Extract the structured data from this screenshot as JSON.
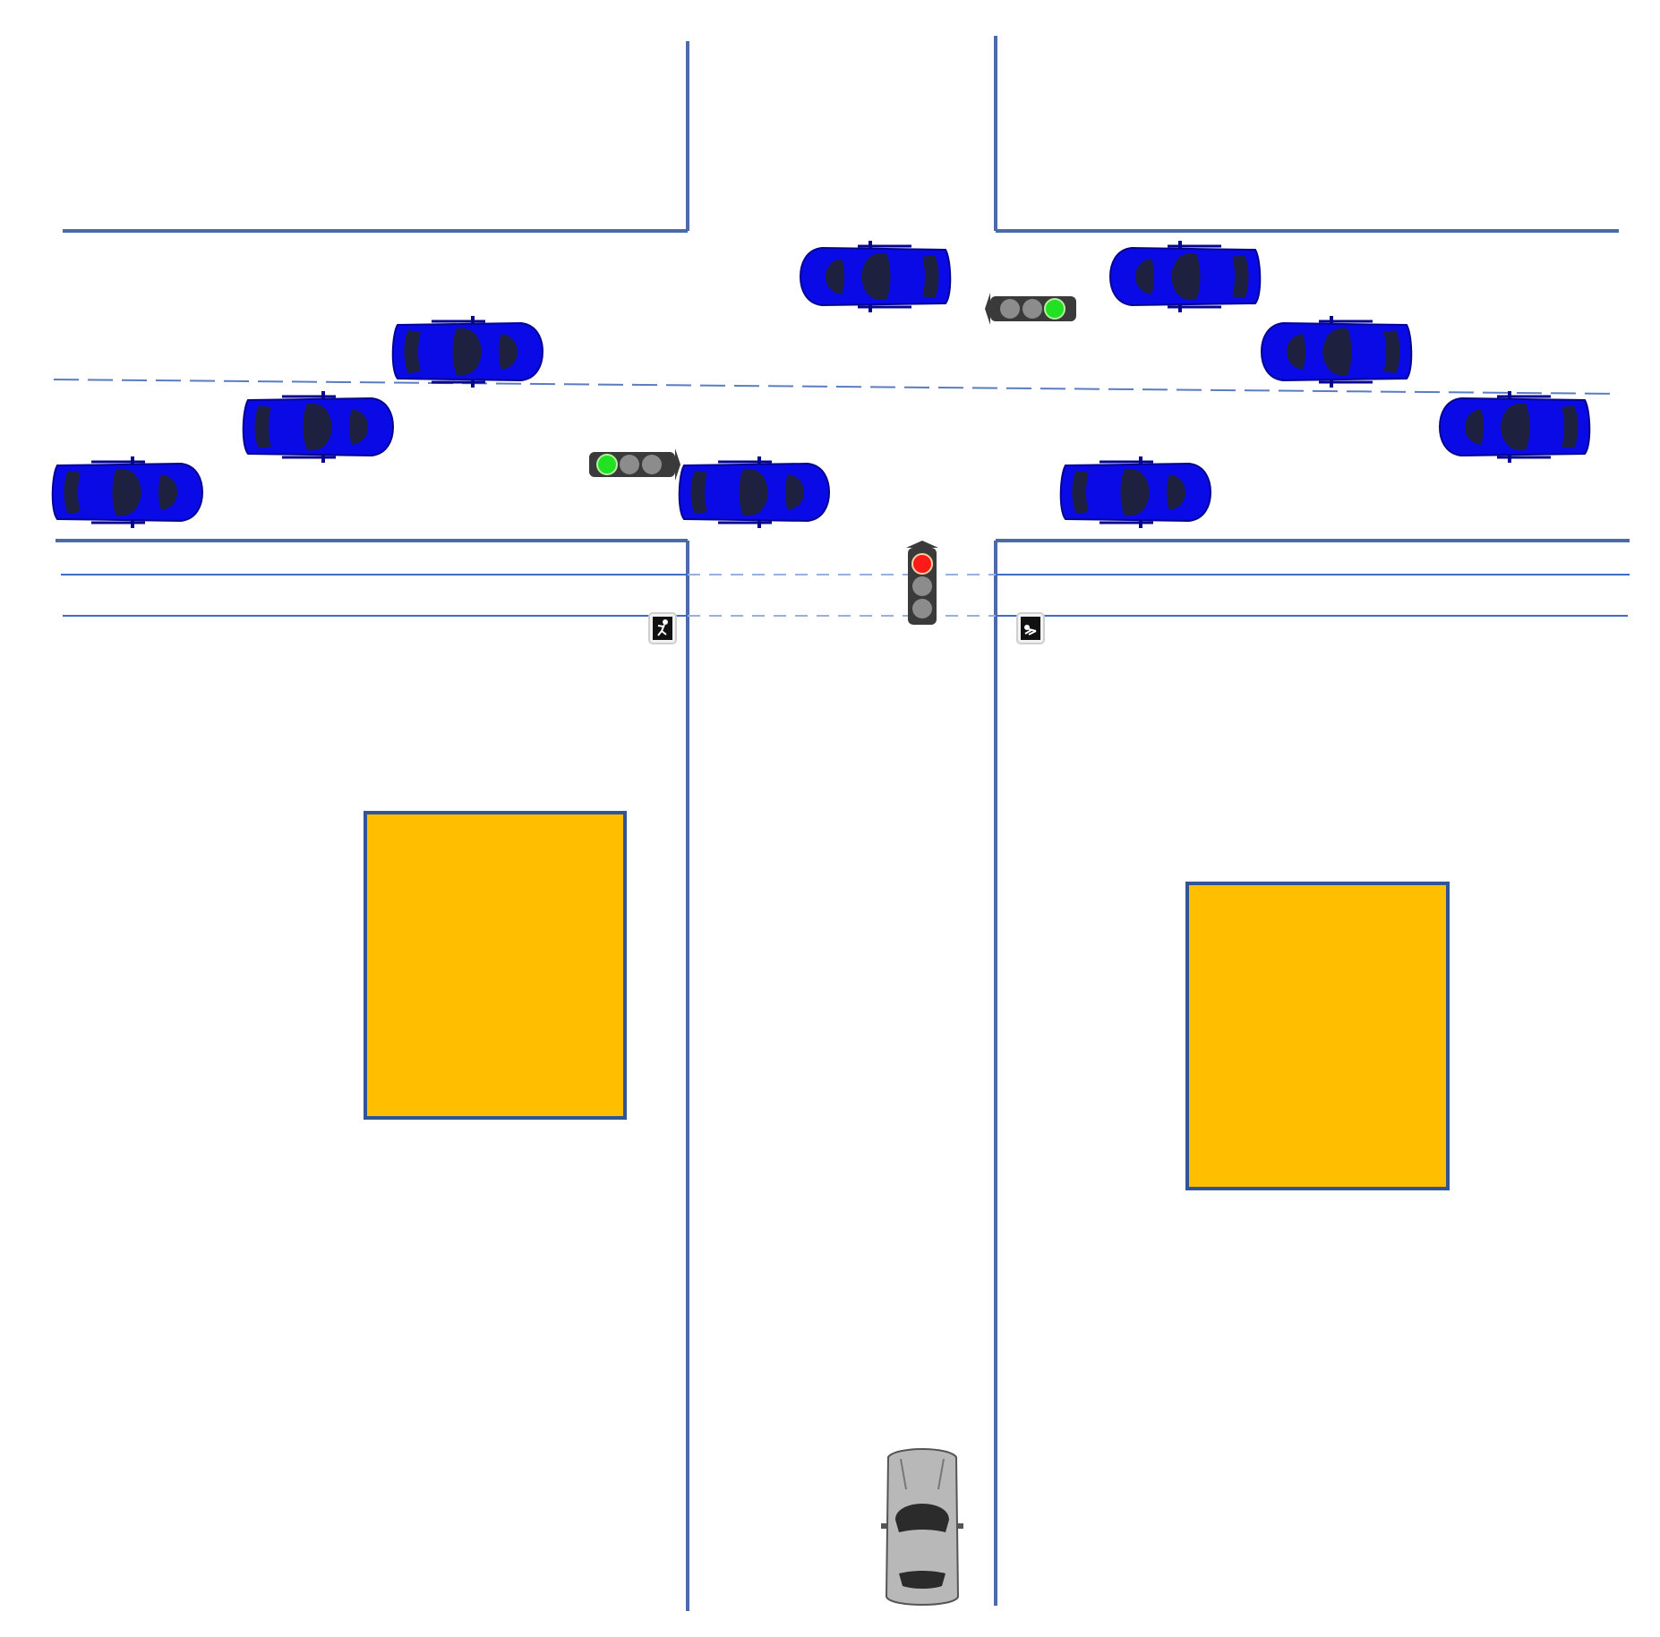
{
  "colors": {
    "background": "#ffffff",
    "curb": "#4a6aa8",
    "lane_line": "#5a7cc0",
    "crosswalk_line": "#3f6cc4",
    "building_fill": "#ffbf00",
    "building_stroke": "#2f5597",
    "car_blue": "#0a0ae6",
    "car_blue_dark": "#050590",
    "car_glass": "#1e2040",
    "car_ego": "#b8b8b8",
    "car_ego_glass": "#2b2b2b",
    "signal_housing": "#3a3a3a",
    "lamp_off": "#8c8c8c",
    "lamp_green": "#22e022",
    "lamp_red": "#ff1a1a",
    "ped_sign": "#111111"
  },
  "scene": {
    "vehicles": [
      {
        "name": "car-west-lane2-a",
        "kind": "blue",
        "facing": "right"
      },
      {
        "name": "car-west-lane2-b",
        "kind": "blue",
        "facing": "right"
      },
      {
        "name": "car-west-lane1-a",
        "kind": "blue",
        "facing": "right"
      },
      {
        "name": "car-west-lane1-b",
        "kind": "blue",
        "facing": "right"
      },
      {
        "name": "car-top-center",
        "kind": "blue",
        "facing": "left"
      },
      {
        "name": "car-top-right",
        "kind": "blue",
        "facing": "left"
      },
      {
        "name": "car-right-mid",
        "kind": "blue",
        "facing": "left"
      },
      {
        "name": "car-right-far",
        "kind": "blue",
        "facing": "left"
      },
      {
        "name": "car-bottom-right-lane",
        "kind": "blue",
        "facing": "left"
      },
      {
        "name": "ego-car",
        "kind": "ego",
        "facing": "up"
      }
    ],
    "signals": [
      {
        "name": "traffic-light-westbound",
        "orientation": "horizontal",
        "lit": "green",
        "lit_index": 0
      },
      {
        "name": "traffic-light-eastbound",
        "orientation": "horizontal",
        "lit": "green",
        "lit_index": 2
      },
      {
        "name": "traffic-light-northbound",
        "orientation": "vertical",
        "lit": "red",
        "lit_index": 0
      }
    ],
    "pedestrian_signals": [
      {
        "name": "pedestrian-signal-left",
        "state": "walk"
      },
      {
        "name": "pedestrian-signal-right",
        "state": "walk"
      }
    ],
    "buildings": [
      {
        "name": "building-left"
      },
      {
        "name": "building-right"
      }
    ]
  }
}
